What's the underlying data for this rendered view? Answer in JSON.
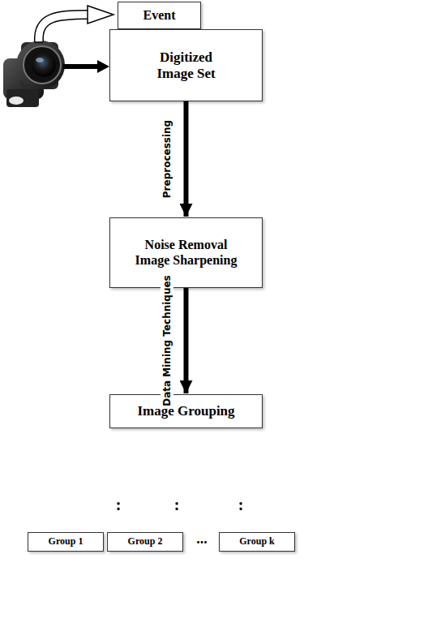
{
  "diagram": {
    "nodes": [
      {
        "text": [
          "Event"
        ]
      },
      {
        "text": [
          "Digitized Image Set"
        ]
      },
      {
        "text": [
          "Noise Removal",
          "Image Sharpening"
        ]
      },
      {
        "text": [
          "Image Grouping"
        ]
      },
      {
        "text": [
          "Group 1"
        ]
      },
      {
        "text": [
          "Group 2"
        ]
      },
      {
        "text": [
          "Group k"
        ]
      }
    ],
    "edges": [
      {
        "from": 1,
        "to": 2,
        "label": "Preprocessing",
        "arrow": "to"
      },
      {
        "from": 2,
        "to": 3,
        "label": "Data Mining Techniques",
        "arrow": "to"
      }
    ],
    "labels": [
      ":",
      ":",
      ":",
      "..."
    ]
  }
}
